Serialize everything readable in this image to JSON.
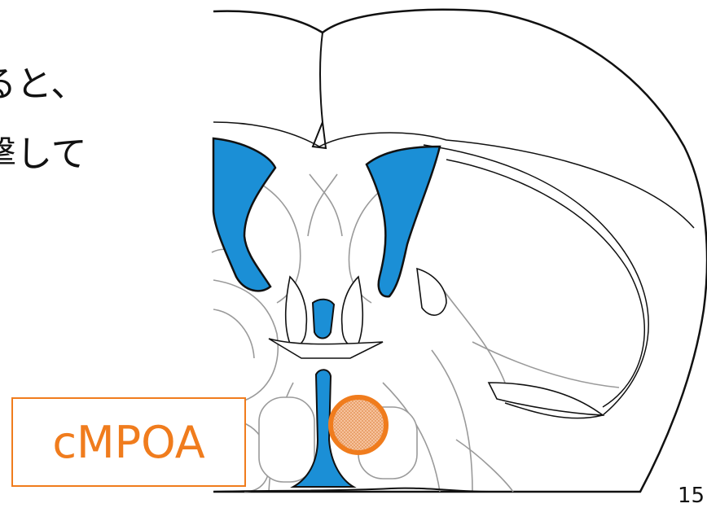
{
  "caption": {
    "line1": "ると、",
    "line2": "撃して"
  },
  "diagram": {
    "subject": "coronal brain section",
    "ventricle_color": "#1b8fd6",
    "highlight_color": "#f07c1d",
    "highlight_fill": "#f5b68a",
    "region_label": "cMPOA"
  },
  "page_number": "15"
}
